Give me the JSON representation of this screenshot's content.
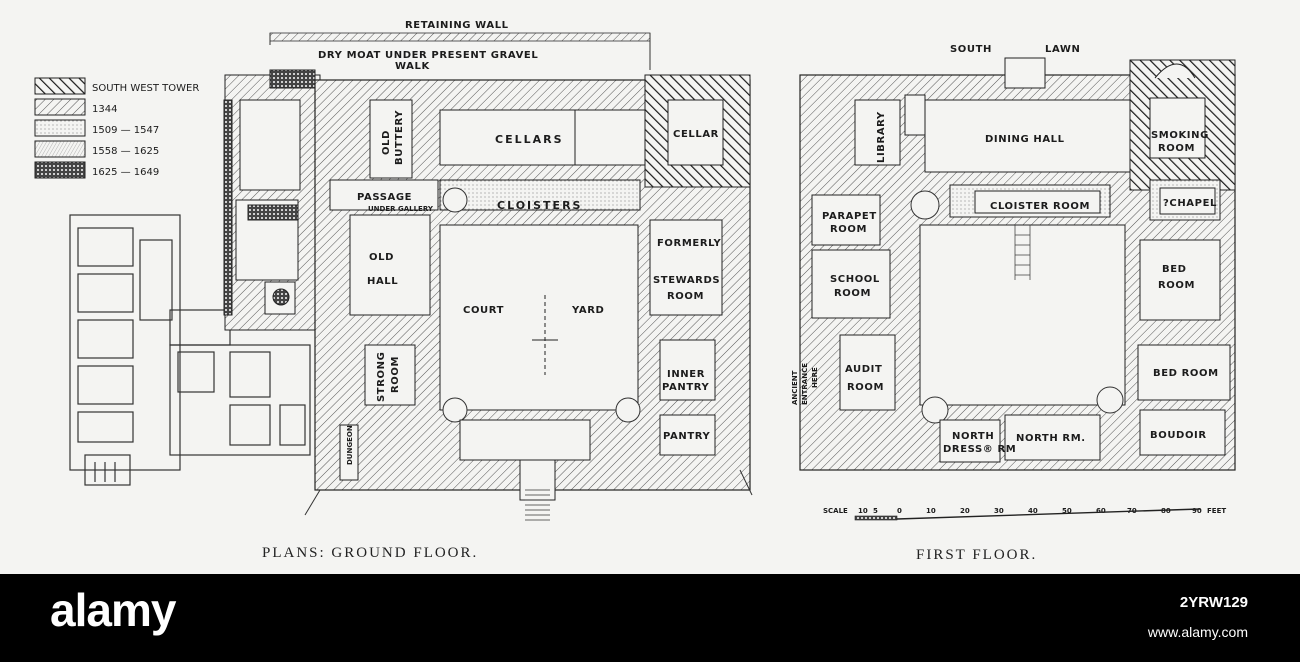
{
  "legend": [
    {
      "label": "SOUTH WEST TOWER",
      "pattern": "dense-diagonal"
    },
    {
      "label": "1344",
      "pattern": "light-diagonal"
    },
    {
      "label": "1509 — 1547",
      "pattern": "dots"
    },
    {
      "label": "1558 — 1625",
      "pattern": "fine-lines"
    },
    {
      "label": "1625 — 1649",
      "pattern": "crosshatch"
    }
  ],
  "ground_floor": {
    "top_labels": {
      "retaining_wall": "RETAINING WALL",
      "moat_line1": "DRY MOAT UNDER PRESENT GRAVEL",
      "moat_line2": "WALK"
    },
    "rooms": {
      "old_buttery_1": "OLD",
      "old_buttery_2": "BUTTERY",
      "cellars": "CELLARS",
      "cellar": "CELLAR",
      "passage_1": "PASSAGE",
      "passage_2": "UNDER GALLERY",
      "cloisters": "CLOISTERS",
      "old_hall_1": "OLD",
      "old_hall_2": "HALL",
      "formerly_1": "FORMERLY",
      "formerly_2": "STEWARDS",
      "formerly_3": "ROOM",
      "court": "COURT",
      "yard": "YARD",
      "strong_1": "STRONG",
      "strong_2": "ROOM",
      "inner_pantry_1": "INNER",
      "inner_pantry_2": "PANTRY",
      "pantry": "PANTRY",
      "dungeon": "DUNGEON"
    },
    "caption": "PLANS: GROUND FLOOR."
  },
  "first_floor": {
    "top_labels": {
      "south": "SOUTH",
      "lawn": "LAWN"
    },
    "rooms": {
      "library": "LIBRARY",
      "dining_hall": "DINING HALL",
      "smoking_1": "SMOKING",
      "smoking_2": "ROOM",
      "chapel": "?CHAPEL",
      "parapet_1": "PARAPET",
      "parapet_2": "ROOM",
      "cloister_room": "CLOISTER ROOM",
      "school_1": "SCHOOL",
      "school_2": "ROOM",
      "bed_1": "BED",
      "bed_2": "ROOM",
      "ancient_1": "ANCIENT",
      "ancient_2": "ENTRANCE",
      "ancient_3": "HERE",
      "audit_1": "AUDIT",
      "audit_2": "ROOM",
      "bed_room": "BED ROOM",
      "north_dress_1": "NORTH",
      "north_dress_2": "DRESS® RM",
      "north_rm": "NORTH RM.",
      "boudoir": "BOUDOIR"
    },
    "scale_label": "SCALE",
    "scale_ticks": [
      "10",
      "5",
      "0",
      "10",
      "20",
      "30",
      "40",
      "50",
      "60",
      "70",
      "80",
      "90"
    ],
    "scale_unit": "FEET",
    "caption": "FIRST FLOOR."
  },
  "watermark": {
    "logo": "alamy",
    "image_id": "2YRW129",
    "url": "www.alamy.com"
  }
}
